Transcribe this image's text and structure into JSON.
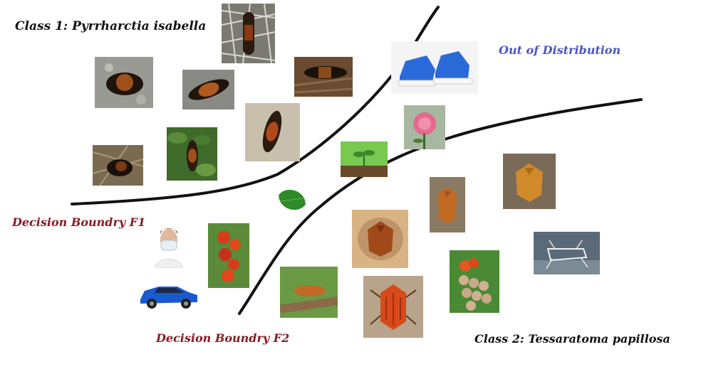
{
  "labels": {
    "class1": "Class 1: Pyrrharctia isabella",
    "class2": "Class 2: Tessaratoma papillosa",
    "ood": "Out of Distribution",
    "f1": "Decision Boundry F1",
    "f2": "Decision Boundry F2"
  },
  "colors": {
    "ood_label": "#4a56c8",
    "boundary_label": "#8b1a22",
    "boundary_line": "#111111"
  },
  "icons": {
    "class1_images": [
      "caterpillar-photo",
      "caterpillar-photo",
      "caterpillar-photo",
      "caterpillar-photo",
      "caterpillar-photo",
      "caterpillar-photo",
      "caterpillar-photo",
      "caterpillar-photo"
    ],
    "class2_images": [
      "stink-bug-photo",
      "stink-bug-photo",
      "stink-bug-photo",
      "stink-bug-photo",
      "stink-bug-photo",
      "stink-bug-eggs-photo",
      "stink-bug-skeleton-photo"
    ],
    "ood_images": [
      "sneaker-photo",
      "rose-photo",
      "sprout-photo",
      "leaf-photo",
      "person-mask-photo",
      "tomato-photo",
      "car-photo"
    ]
  }
}
